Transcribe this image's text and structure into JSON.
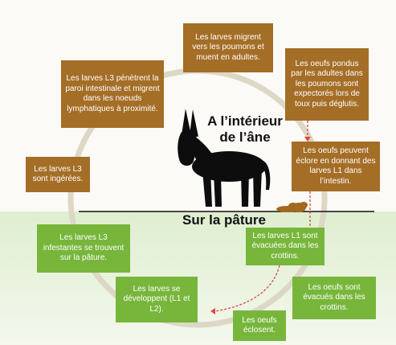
{
  "inside_label": "A l’intérieur de l’âne",
  "pasture_label": "Sur la pâture",
  "steps": {
    "adults_lungs": "Les larves migrent vers les poumons et muent en adultes.",
    "l3_intestine": "Les larves L3 pénètrent la paroi intestinale et migrent dans les noeuds lymphatiques à proximité.",
    "eggs_coughed": "Les oeufs pondus par les adultes dans les poumons sont expectorés lors de toux puis déglutis.",
    "l3_ingested": "Les larves L3 sont ingérées.",
    "eggs_hatch_l1": "Les oeufs peuvent éclore en donnant des larves L1 dans l’intestin.",
    "l1_evacuated": "Les larves L1 sont évacuées dans les crottins.",
    "l3_infective": "Les larves L3 infestantes se trouvent sur la pâture.",
    "eggs_evacuated": "Les oeufs sont évacués dans les crottins.",
    "larvae_develop": "Les larves se développent (L1 et L2).",
    "eggs_hatch": "Les oeufs éclosent."
  },
  "colors": {
    "inside_box": "#a46e27",
    "pasture_box": "#77b63b",
    "arrow": "#e0453f"
  },
  "icons": [
    "donkey-silhouette",
    "dung-pile"
  ]
}
